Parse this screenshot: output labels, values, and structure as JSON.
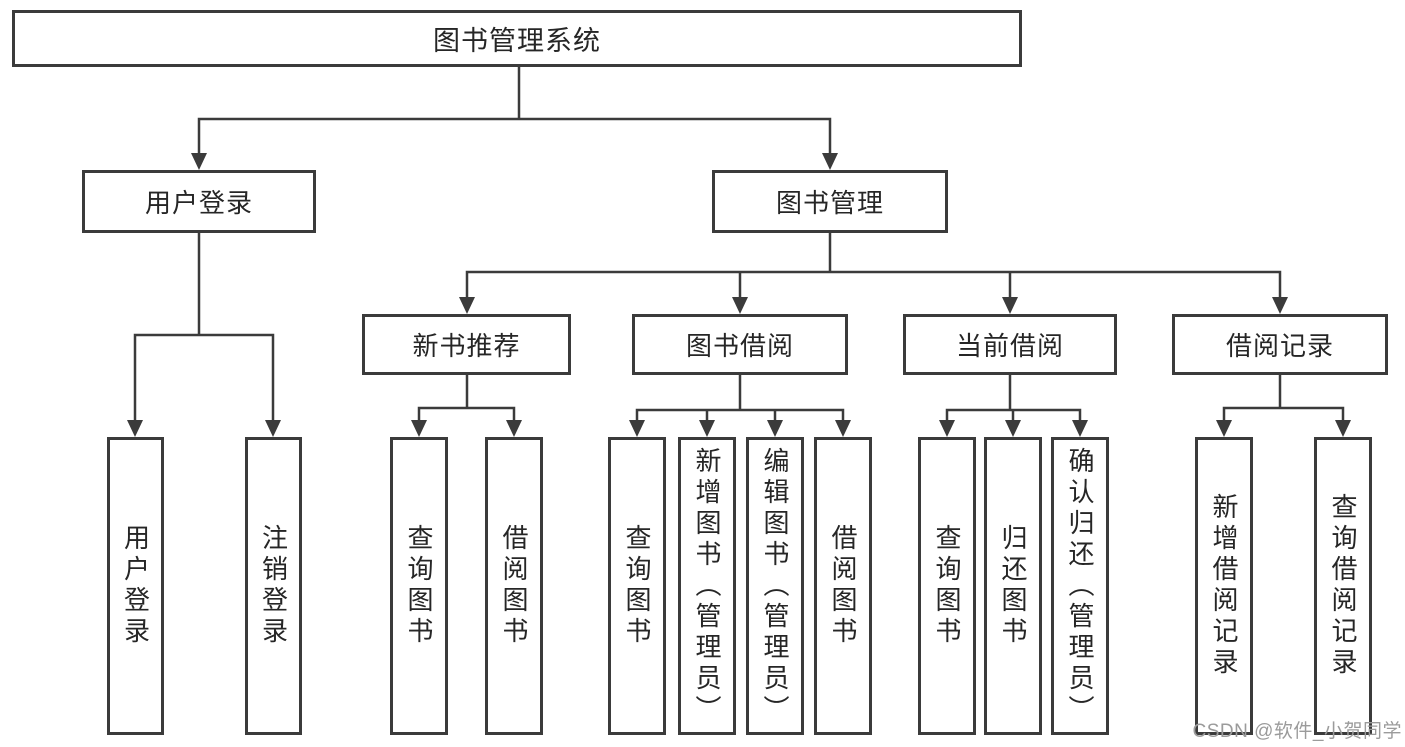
{
  "tree": {
    "root": {
      "label": "图书管理系统"
    },
    "branches": [
      {
        "label": "用户登录",
        "children": [
          {
            "label": "用户登录"
          },
          {
            "label": "注销登录"
          }
        ]
      },
      {
        "label": "图书管理",
        "children": [
          {
            "label": "新书推荐",
            "children": [
              {
                "label": "查询图书"
              },
              {
                "label": "借阅图书"
              }
            ]
          },
          {
            "label": "图书借阅",
            "children": [
              {
                "label": "查询图书"
              },
              {
                "label": "新增图书（管理员）"
              },
              {
                "label": "编辑图书（管理员）"
              },
              {
                "label": "借阅图书"
              }
            ]
          },
          {
            "label": "当前借阅",
            "children": [
              {
                "label": "查询图书"
              },
              {
                "label": "归还图书"
              },
              {
                "label": "确认归还（管理员）"
              }
            ]
          },
          {
            "label": "借阅记录",
            "children": [
              {
                "label": "新增借阅记录"
              },
              {
                "label": "查询借阅记录"
              }
            ]
          }
        ]
      }
    ]
  },
  "watermark": {
    "text": "CSDN @软件_小贺同学"
  },
  "colors": {
    "line": "#3b3b3b",
    "box_border": "#3b3b3b",
    "text": "#262626",
    "background": "#ffffff",
    "watermark": "#9b9b9b"
  }
}
